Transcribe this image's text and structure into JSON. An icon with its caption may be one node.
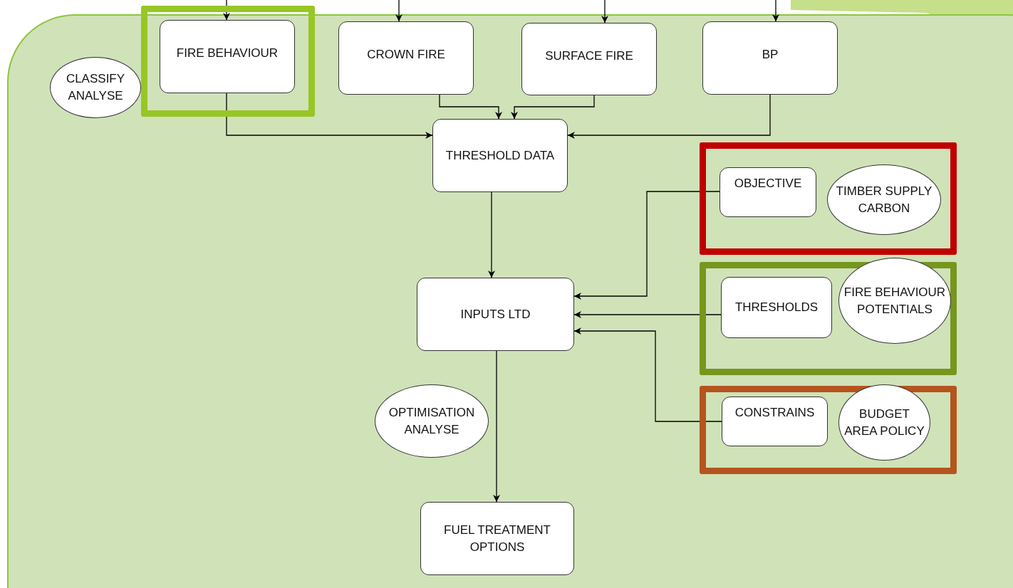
{
  "diagram": {
    "nodes": [
      {
        "text": [],
        "shape": "box"
      },
      {
        "text": [
          "FIRE BEHAVIOUR"
        ],
        "in": 0
      },
      {
        "text": [
          "CROWN FIRE"
        ]
      },
      {
        "text": [
          "SURFACE FIRE"
        ]
      },
      {
        "text": [
          "BP"
        ]
      },
      {
        "text": [
          "CLASSIFY ANALYSE"
        ]
      },
      {
        "text": [
          "THRESHOLD DATA"
        ]
      },
      {
        "text": [],
        "shape": "box"
      },
      {
        "text": [
          "OBJECTIVE"
        ],
        "in": 7
      },
      {
        "text": [
          "TIMBER SUPPLY CARBON"
        ],
        "in": 7
      },
      {
        "text": [],
        "shape": "box"
      },
      {
        "text": [
          "THRESHOLDS"
        ],
        "in": 10
      },
      {
        "text": [
          "FIRE BEHAVIOUR POTENTIALS"
        ],
        "in": 10
      },
      {
        "text": [
          "INPUTS LTD"
        ]
      },
      {
        "text": [],
        "shape": "box"
      },
      {
        "text": [
          "CONSTRAINS"
        ],
        "in": 14
      },
      {
        "text": [
          "BUDGET AREA POLICY"
        ],
        "in": 14
      },
      {
        "text": [
          "OPTIMISATION ANALYSE"
        ]
      },
      {
        "text": [
          "FUEL TREATMENT OPTIONS"
        ]
      }
    ],
    "edges": [
      {
        "from": null,
        "to": 1,
        "arrow": "to"
      },
      {
        "from": null,
        "to": 2,
        "arrow": "to"
      },
      {
        "from": null,
        "to": 3,
        "arrow": "to"
      },
      {
        "from": null,
        "to": 4,
        "arrow": "to"
      },
      {
        "from": 1,
        "to": 6,
        "arrow": "to"
      },
      {
        "from": 2,
        "to": 6,
        "arrow": "to"
      },
      {
        "from": 3,
        "to": 6,
        "arrow": "to"
      },
      {
        "from": 4,
        "to": 6,
        "arrow": "to"
      },
      {
        "from": 6,
        "to": 13,
        "arrow": "to"
      },
      {
        "from": 8,
        "to": 13,
        "arrow": "to"
      },
      {
        "from": 11,
        "to": 13,
        "arrow": "to"
      },
      {
        "from": 15,
        "to": 13,
        "arrow": "to"
      },
      {
        "from": 13,
        "to": 18,
        "arrow": "to"
      }
    ]
  }
}
